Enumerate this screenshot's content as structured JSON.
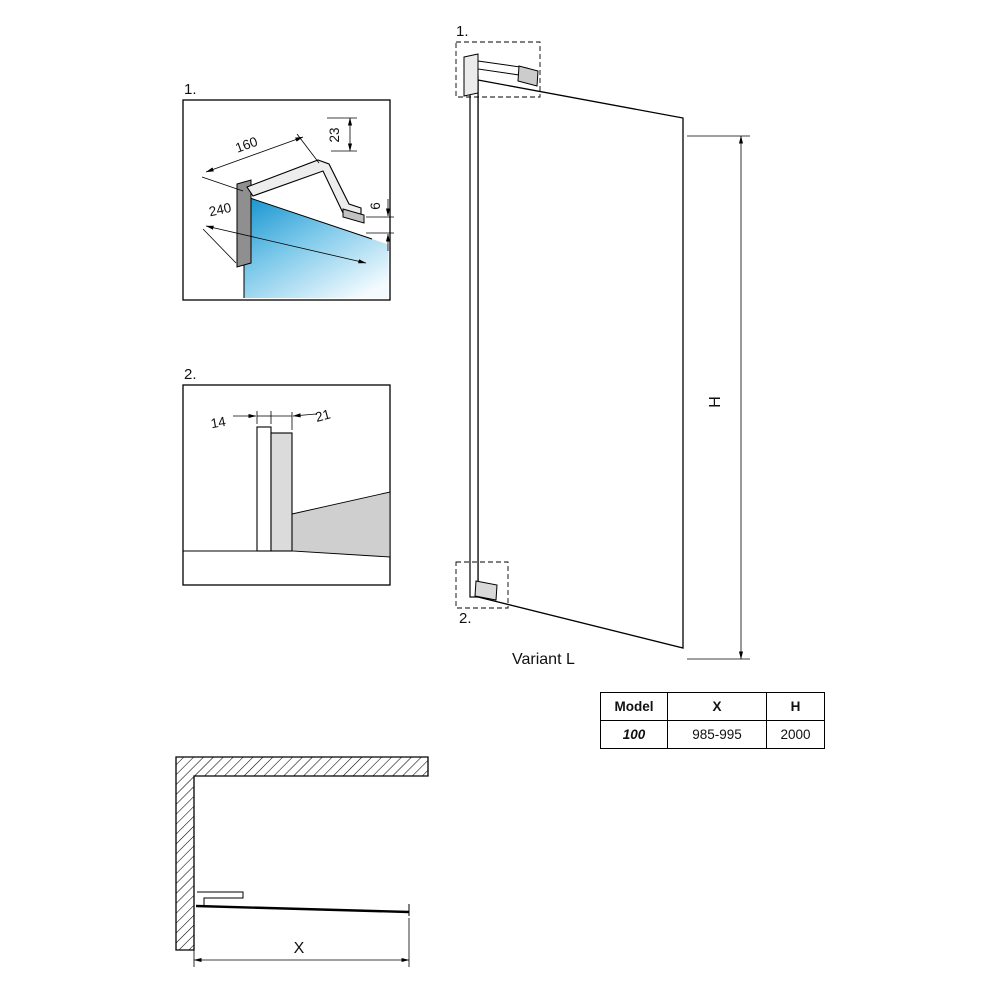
{
  "detail1": {
    "label": "1.",
    "dim_arm": "160",
    "dim_height": "23",
    "dim_gap": "6",
    "dim_total": "240"
  },
  "detail2": {
    "label": "2.",
    "dim_left": "14",
    "dim_right": "21"
  },
  "main": {
    "callout_top": "1.",
    "callout_bottom": "2.",
    "dim_height": "H",
    "caption": "Variant L"
  },
  "plan": {
    "dim_width": "X"
  },
  "table": {
    "headers": [
      "Model",
      "X",
      "H"
    ],
    "row": [
      "100",
      "985-995",
      "2000"
    ]
  },
  "colors": {
    "glass_blue": "#1291cf",
    "glass_mid": "#79c7e9",
    "glass_fade": "#f4fbff",
    "profile_gray": "#d9d9d9",
    "line": "#000000"
  }
}
